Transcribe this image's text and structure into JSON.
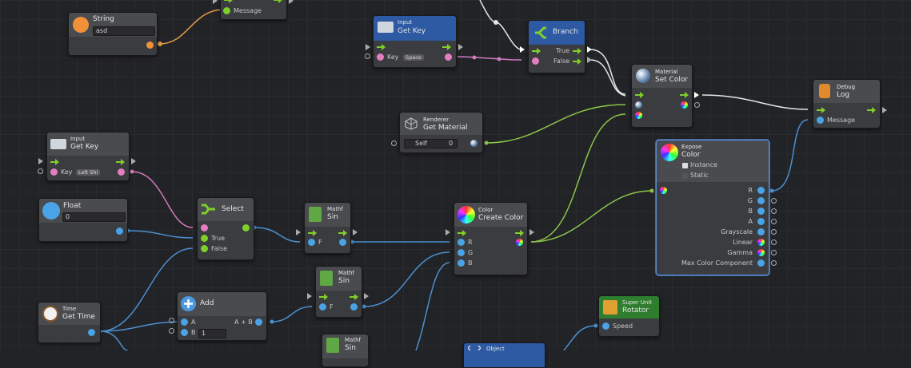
{
  "colors": {
    "background": "#222326",
    "flow": "#ffffff",
    "float": "#4aa3e6",
    "key": "#e37fc0",
    "bool": "#7fcf2a",
    "string": "#f0913a",
    "color": "#7fcf2a"
  },
  "nodes": {
    "string": {
      "title": "String",
      "value": "asd",
      "icon": "string-icon"
    },
    "log_top": {
      "port": "Message"
    },
    "input_getkey_top": {
      "category": "Input",
      "title": "Get Key",
      "port": "Key",
      "key": "Space",
      "icon": "keyboard-icon"
    },
    "branch": {
      "title": "Branch",
      "true": "True",
      "false": "False",
      "icon": "branch-icon"
    },
    "set_color": {
      "category": "Material",
      "title": "Set Color",
      "icon": "material-sphere-icon"
    },
    "debug_log": {
      "category": "Debug",
      "title": "Log",
      "port": "Message",
      "icon": "debug-icon"
    },
    "get_material": {
      "category": "Renderer",
      "title": "Get Material",
      "self": "Self",
      "value": "0",
      "icon": "renderer-icon"
    },
    "input_getkey_left": {
      "category": "Input",
      "title": "Get Key",
      "port": "Key",
      "key": "Left Shi",
      "icon": "keyboard-icon"
    },
    "float": {
      "title": "Float",
      "value": "0",
      "icon": "float-icon"
    },
    "select": {
      "title": "Select",
      "true": "True",
      "false": "False",
      "icon": "select-icon"
    },
    "mathf_sin1": {
      "category": "Mathf",
      "title": "Sin",
      "port": "F",
      "icon": "mathf-icon"
    },
    "create_color": {
      "category": "Color",
      "title": "Create Color",
      "r": "R",
      "g": "G",
      "b": "B",
      "icon": "color-wheel-icon"
    },
    "expose_color": {
      "category": "Expose",
      "title": "Color",
      "instance": "Instance",
      "static": "Static",
      "outputs": [
        "R",
        "G",
        "B",
        "A",
        "Grayscale",
        "Linear",
        "Gamma",
        "Max Color Component"
      ],
      "icon": "color-wheel-icon"
    },
    "mathf_sin2": {
      "category": "Mathf",
      "title": "Sin",
      "port": "F",
      "icon": "mathf-icon"
    },
    "time": {
      "category": "Time",
      "title": "Get Time",
      "icon": "clock-icon"
    },
    "add": {
      "title": "Add",
      "a": "A",
      "b": "B",
      "b_value": "1",
      "result": "A + B",
      "icon": "plus-icon"
    },
    "super_unit": {
      "category": "Super Unit",
      "title": "Rotator",
      "port": "Speed",
      "icon": "super-unit-icon"
    },
    "mathf_sin3": {
      "category": "Mathf",
      "title": "Sin",
      "icon": "mathf-icon"
    },
    "object": {
      "category": "Object",
      "icon": "object-icon"
    }
  }
}
